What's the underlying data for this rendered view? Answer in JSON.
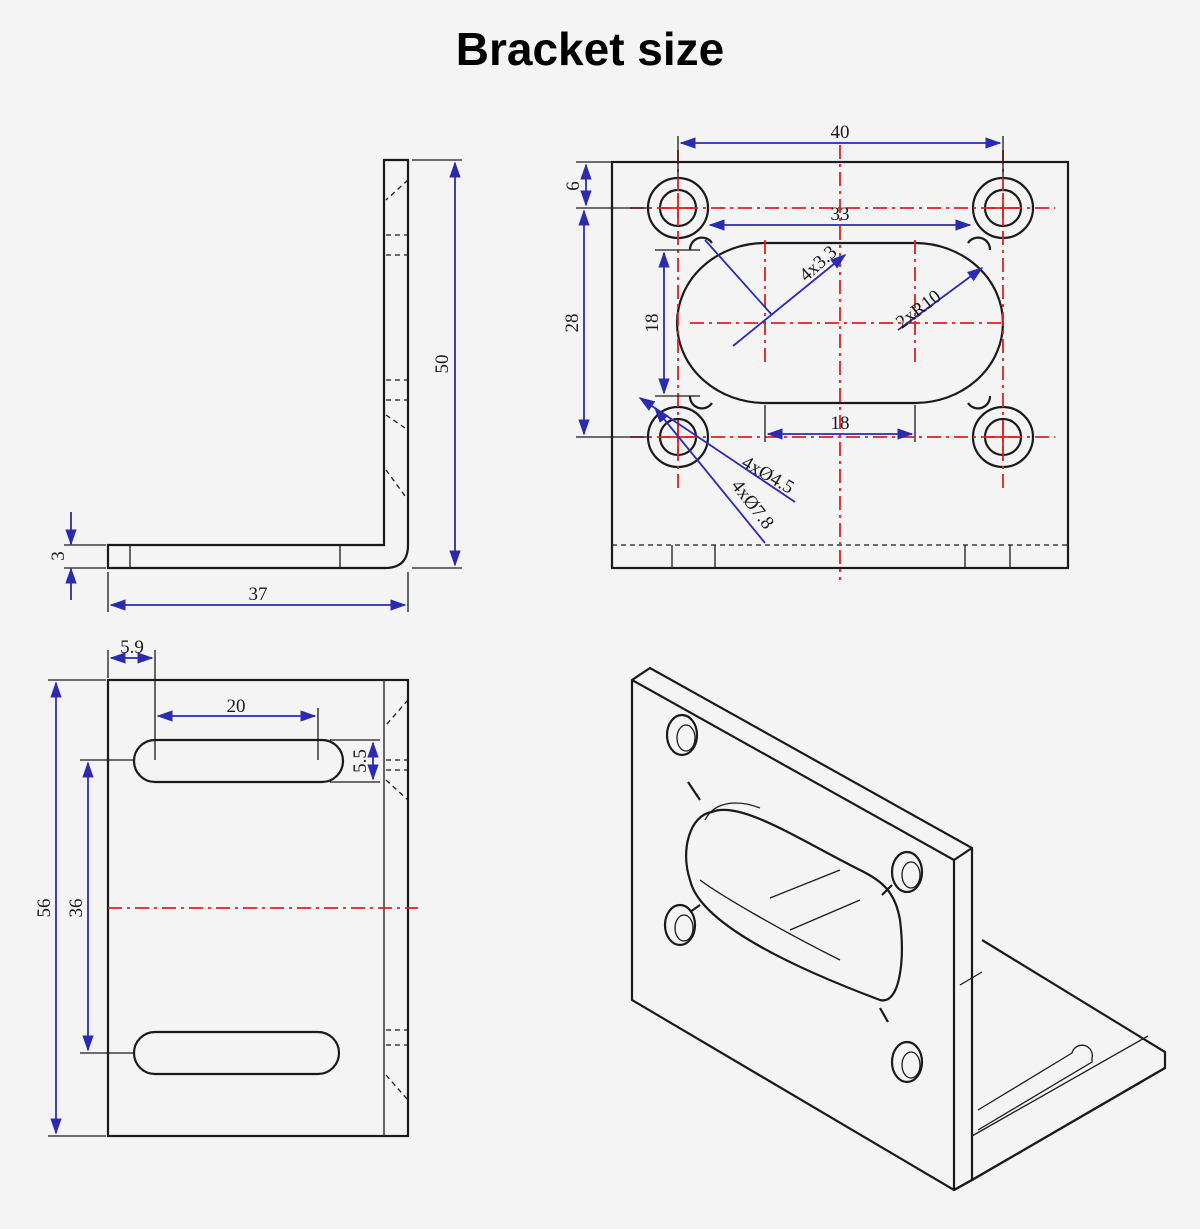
{
  "title": "Bracket size",
  "colors": {
    "outline": "#1a1a1a",
    "dimension": "#2b2bb0",
    "centerline": "#e02020",
    "background": "#f4f4f4"
  },
  "side_view": {
    "height": "50",
    "length": "37",
    "thickness": "3"
  },
  "front_view": {
    "width": "40",
    "top_offset": "6",
    "slot_width": "33",
    "slot_label": "4x3.3",
    "vertical_spacing": "28",
    "opening_height": "18",
    "radius_label": "2xR10",
    "center_spacing": "18",
    "hole_label": "4xØ4.5",
    "counterbore_label": "4xØ7.8"
  },
  "base_view": {
    "offset": "5.9",
    "slot_length": "20",
    "slot_width": "5.5",
    "depth": "56",
    "slot_spacing": "36"
  }
}
